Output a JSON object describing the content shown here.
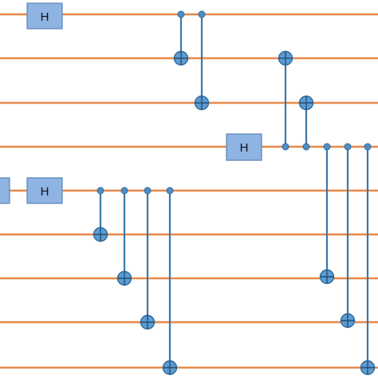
{
  "diagram": {
    "type": "quantum-circuit",
    "qubit_count": 9,
    "colors": {
      "wire": "#E8884A",
      "gate_fill": "#8DB4E2",
      "gate_border": "#5B84B5",
      "control": "#4F8FC4",
      "target": "#5E9BD0",
      "connector": "#3A78A8"
    },
    "gates": [
      {
        "kind": "hadamard",
        "label": "H",
        "wire": 0,
        "step": 1
      },
      {
        "kind": "cnot",
        "control": 0,
        "target": 1,
        "step": 2
      },
      {
        "kind": "cnot",
        "control": 0,
        "target": 2,
        "step": 3
      },
      {
        "kind": "hadamard",
        "label": "H",
        "wire": 3,
        "step": 4
      },
      {
        "kind": "cnot",
        "control": 3,
        "target": 1,
        "step": 5
      },
      {
        "kind": "cnot",
        "control": 3,
        "target": 2,
        "step": 6
      },
      {
        "kind": "hadamard",
        "label": "H",
        "wire": 4,
        "step": 1
      },
      {
        "kind": "cnot",
        "control": 4,
        "target": 5,
        "step": 2
      },
      {
        "kind": "cnot",
        "control": 4,
        "target": 6,
        "step": 3
      },
      {
        "kind": "cnot",
        "control": 4,
        "target": 7,
        "step": 4
      },
      {
        "kind": "cnot",
        "control": 4,
        "target": 8,
        "step": 5
      },
      {
        "kind": "cnot",
        "control": 3,
        "target": 6,
        "step": 7
      },
      {
        "kind": "cnot",
        "control": 3,
        "target": 7,
        "step": 8
      },
      {
        "kind": "cnot",
        "control": 3,
        "target": 8,
        "step": 9
      }
    ]
  }
}
